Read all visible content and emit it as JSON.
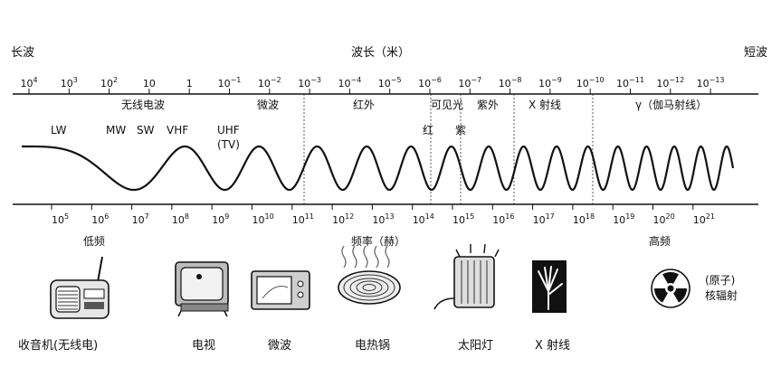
{
  "header": {
    "left": "长波",
    "center": "波长（米）",
    "right": "短波"
  },
  "wavelength_ticks": [
    {
      "base": "10",
      "exp": "4"
    },
    {
      "base": "10",
      "exp": "3"
    },
    {
      "base": "10",
      "exp": "2"
    },
    {
      "base": "10",
      "exp": ""
    },
    {
      "base": "1",
      "exp": ""
    },
    {
      "base": "10",
      "exp": "−1"
    },
    {
      "base": "10",
      "exp": "−2"
    },
    {
      "base": "10",
      "exp": "−3"
    },
    {
      "base": "10",
      "exp": "−4"
    },
    {
      "base": "10",
      "exp": "−5"
    },
    {
      "base": "10",
      "exp": "−6"
    },
    {
      "base": "10",
      "exp": "−7"
    },
    {
      "base": "10",
      "exp": "−8"
    },
    {
      "base": "10",
      "exp": "−9"
    },
    {
      "base": "10",
      "exp": "−10"
    },
    {
      "base": "10",
      "exp": "−11"
    },
    {
      "base": "10",
      "exp": "−12"
    },
    {
      "base": "10",
      "exp": "−13"
    }
  ],
  "bands": {
    "radio": "无线电波",
    "microwave": "微波",
    "infrared": "红外",
    "visible": "可见光",
    "ultraviolet": "紫外",
    "xray": "X 射线",
    "gamma": "γ（伽马射线）"
  },
  "radio_labels": {
    "lw": "LW",
    "mw": "MW",
    "sw": "SW",
    "vhf": "VHF",
    "uhf": "UHF",
    "tv": "(TV)"
  },
  "visible_labels": {
    "red": "红",
    "violet": "紫"
  },
  "frequency_ticks": [
    {
      "base": "10",
      "exp": "5"
    },
    {
      "base": "10",
      "exp": "6"
    },
    {
      "base": "10",
      "exp": "7"
    },
    {
      "base": "10",
      "exp": "8"
    },
    {
      "base": "10",
      "exp": "9"
    },
    {
      "base": "10",
      "exp": "10"
    },
    {
      "base": "10",
      "exp": "11"
    },
    {
      "base": "10",
      "exp": "12"
    },
    {
      "base": "10",
      "exp": "13"
    },
    {
      "base": "10",
      "exp": "14"
    },
    {
      "base": "10",
      "exp": "15"
    },
    {
      "base": "10",
      "exp": "16"
    },
    {
      "base": "10",
      "exp": "17"
    },
    {
      "base": "10",
      "exp": "18"
    },
    {
      "base": "10",
      "exp": "19"
    },
    {
      "base": "10",
      "exp": "20"
    },
    {
      "base": "10",
      "exp": "21"
    }
  ],
  "frequency": {
    "low": "低频",
    "title": "频率（赫）",
    "high": "高频"
  },
  "devices": {
    "radio": "收音机(无线电)",
    "tv": "电视",
    "microwave": "微波",
    "stove": "电热锅",
    "lamp": "太阳灯",
    "xray": "X 射线",
    "atom_line1": "(原子)",
    "atom_line2": "核辐射"
  }
}
